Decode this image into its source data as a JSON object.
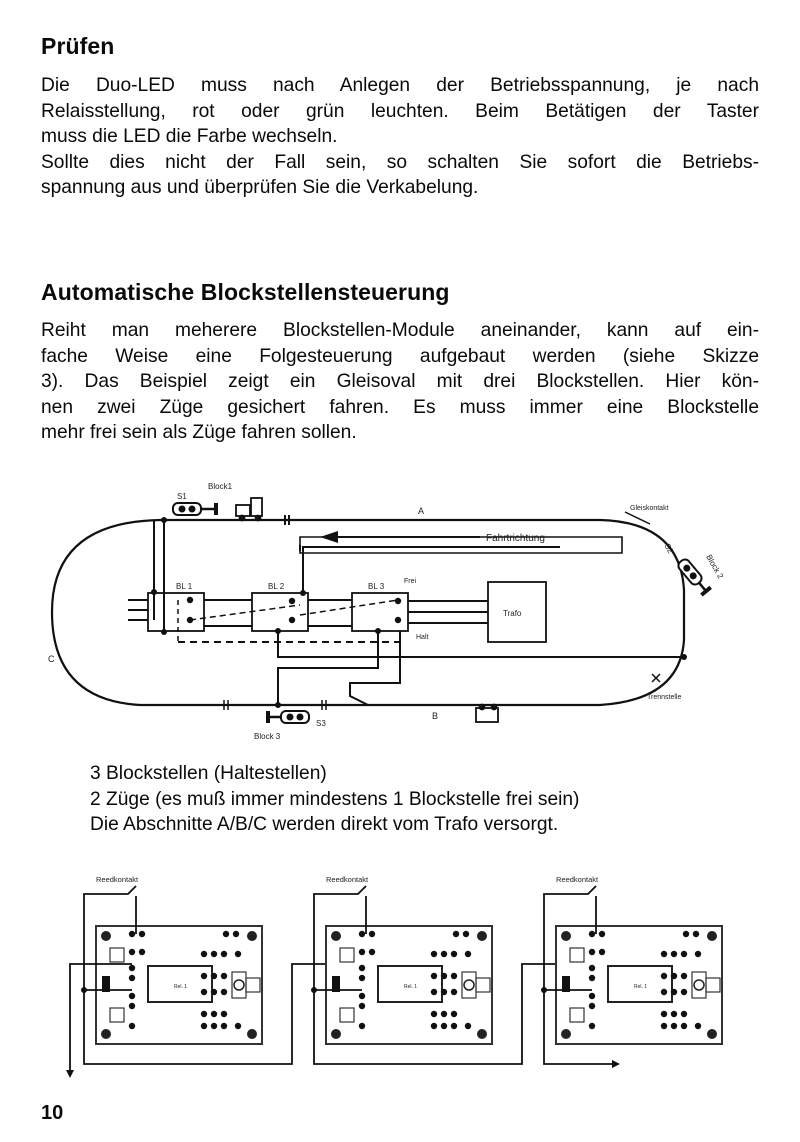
{
  "section1": {
    "title": "Prüfen",
    "lines": [
      "Die Duo-LED muss nach Anlegen der Betriebsspannung,  je nach",
      "Relaisstellung, rot oder grün leuchten. Beim Betätigen der Taster",
      "muss die LED die Farbe wechseln.",
      "Sollte dies nicht der Fall sein, so schalten Sie sofort die Betriebs-",
      "spannung aus und überprüfen Sie die Verkabelung."
    ]
  },
  "section2": {
    "title": "Automatische Blockstellensteuerung",
    "lines": [
      "Reiht man meherere Blockstellen-Module aneinander, kann auf ein-",
      "fache Weise eine Folgesteuerung aufgebaut werden (siehe Skizze",
      "3). Das Beispiel zeigt ein Gleisoval mit drei Blockstellen. Hier kön-",
      "nen zwei Züge gesichert fahren. Es muss immer eine Blockstelle",
      "mehr frei sein als Züge fahren sollen."
    ]
  },
  "diagram": {
    "signal1": "S1",
    "block1": "Block1",
    "section_a": "A",
    "section_b": "B",
    "section_c": "C",
    "direction": "Fahrtrichtung",
    "contact": "Gleiskontakt",
    "signal2": "S2",
    "block2": "Block 2",
    "bl1": "BL 1",
    "bl2": "BL 2",
    "bl3": "BL 3",
    "frei": "Frei",
    "halt": "Halt",
    "trafo": "Trafo",
    "trennstelle": "Trennstelle",
    "signal3": "S3",
    "block3": "Block 3"
  },
  "caption": {
    "lines": [
      "3 Blockstellen (Haltestellen)",
      "2 Züge (es muß immer mindestens 1 Blockstelle frei sein)",
      "Die Abschnitte A/B/C werden direkt vom Trafo versorgt."
    ]
  },
  "wiring": {
    "reed_label": "Reedkontakt",
    "board_label": "Rel. 1"
  },
  "page_number": "10"
}
